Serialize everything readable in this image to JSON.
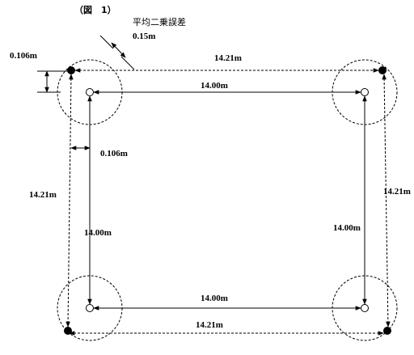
{
  "figure_title": "（図　1）",
  "rmse_title": "平均二乗誤差",
  "rmse_value": "0.15m",
  "offset_y_label": "0.106m",
  "offset_x_label": "0.106m",
  "dist_design": "14.00m",
  "dist_measured": "14.21m",
  "labels": {
    "top_outer": "14.21m",
    "top_inner": "14.00m",
    "left_outer": "14.21m",
    "left_inner": "14.00m",
    "right_outer": "14.21m",
    "right_inner": "14.00m",
    "bottom_inner": "14.00m",
    "bottom_outer": "14.21m"
  }
}
